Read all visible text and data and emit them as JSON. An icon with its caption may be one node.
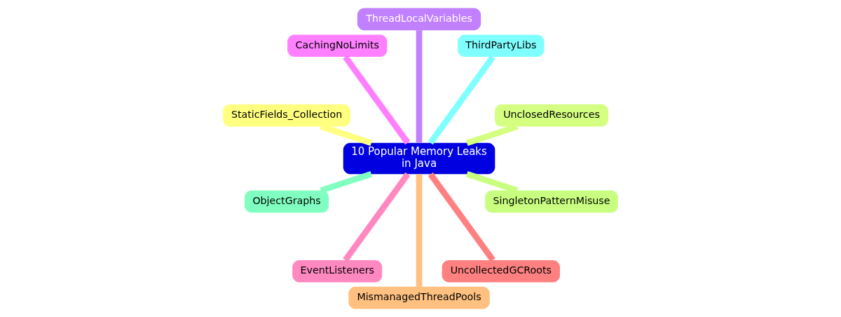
{
  "diagram": {
    "nodes": [
      {
        "text": [
          "10 Popular Memory Leaks in Java"
        ]
      },
      {
        "text": [
          "ThreadLocalVariables"
        ]
      },
      {
        "text": [
          "CachingNoLimits"
        ]
      },
      {
        "text": [
          "ThirdPartyLibs"
        ]
      },
      {
        "text": [
          "StaticFields_Collection"
        ]
      },
      {
        "text": [
          "UnclosedResources"
        ]
      },
      {
        "text": [
          "ObjectGraphs"
        ]
      },
      {
        "text": [
          "SingletonPatternMisuse"
        ]
      },
      {
        "text": [
          "EventListeners"
        ]
      },
      {
        "text": [
          "UncollectedGCRoots"
        ]
      },
      {
        "text": [
          "MismanagedThreadPools"
        ]
      }
    ],
    "edges": [
      {
        "from": 0,
        "to": 3,
        "arrow": "none",
        "color": "#80ffff"
      },
      {
        "from": 0,
        "to": 1,
        "arrow": "none",
        "color": "#c080ff"
      },
      {
        "from": 0,
        "to": 2,
        "arrow": "none",
        "color": "#ff80ff"
      },
      {
        "from": 0,
        "to": 4,
        "arrow": "none",
        "color": "#ffff80"
      },
      {
        "from": 0,
        "to": 6,
        "arrow": "none",
        "color": "#80ffc0"
      },
      {
        "from": 0,
        "to": 8,
        "arrow": "none",
        "color": "#ff88c0"
      },
      {
        "from": 0,
        "to": 10,
        "arrow": "none",
        "color": "#ffc080"
      },
      {
        "from": 0,
        "to": 9,
        "arrow": "none",
        "color": "#ff8080"
      },
      {
        "from": 0,
        "to": 7,
        "arrow": "none",
        "color": "#c8ff80"
      },
      {
        "from": 0,
        "to": 5,
        "arrow": "none",
        "color": "#d4ff80"
      }
    ]
  }
}
